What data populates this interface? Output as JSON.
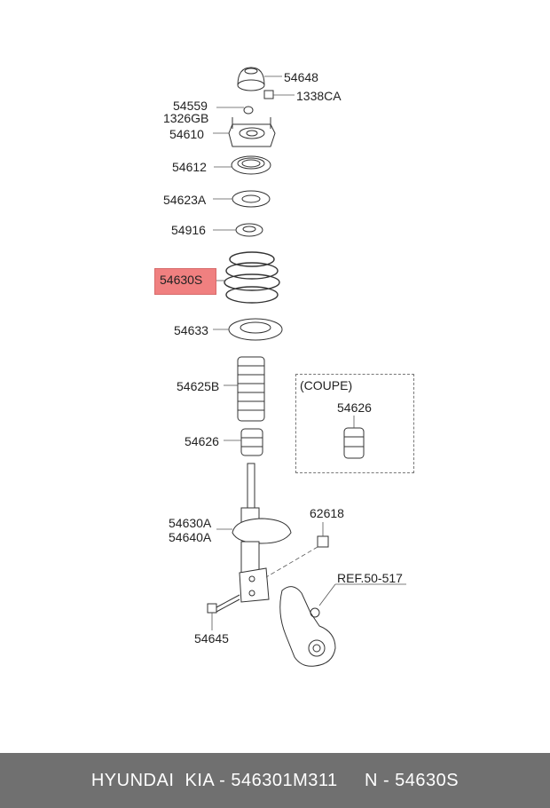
{
  "labels": {
    "p54648": "54648",
    "p1338CA": "1338CA",
    "p54559": "54559",
    "p1326GB": "1326GB",
    "p54610": "54610",
    "p54612": "54612",
    "p54623A": "54623A",
    "p54916": "54916",
    "p54630S": "54630S",
    "p54633": "54633",
    "p54625B": "54625B",
    "p54626": "54626",
    "coupe": "(COUPE)",
    "coupe_part": "54626",
    "p54630A": "54630A",
    "p54640A": "54640A",
    "p62618": "62618",
    "ref": "REF.50-517",
    "p54645": "54645"
  },
  "footer": {
    "text": "HYUNDAI  KIA - 546301M311     N - 54630S"
  },
  "colors": {
    "highlight": "#f08080",
    "footer_bg": "#707070",
    "footer_text": "#ffffff"
  }
}
